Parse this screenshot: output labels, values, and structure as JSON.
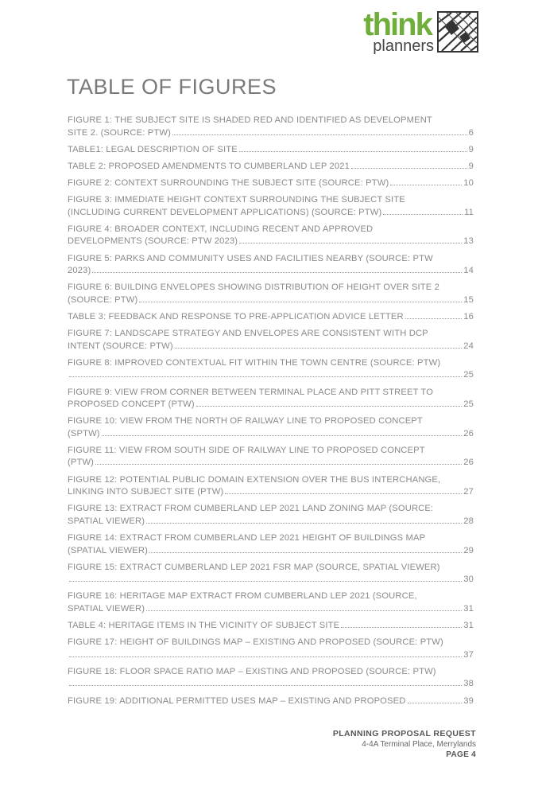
{
  "logo": {
    "word1": "think",
    "word2": "planners",
    "colors": {
      "green": "#6fae3a",
      "dark": "#444444"
    }
  },
  "title": "TABLE OF FIGURES",
  "entries": [
    {
      "lines": [
        "FIGURE 1: THE SUBJECT SITE IS SHADED RED AND IDENTIFIED AS DEVELOPMENT",
        "SITE 2. (SOURCE: PTW)"
      ],
      "page": "6"
    },
    {
      "lines": [
        "TABLE1: LEGAL DESCRIPTION OF SITE"
      ],
      "page": "9"
    },
    {
      "lines": [
        "TABLE 2: PROPOSED AMENDMENTS TO CUMBERLAND LEP 2021"
      ],
      "page": "9"
    },
    {
      "lines": [
        "FIGURE 2: CONTEXT SURROUNDING THE SUBJECT SITE (SOURCE: PTW)"
      ],
      "page": "10"
    },
    {
      "lines": [
        "FIGURE 3: IMMEDIATE HEIGHT CONTEXT SURROUNDING THE SUBJECT SITE",
        "(INCLUDING CURRENT DEVELOPMENT APPLICATIONS) (SOURCE: PTW)"
      ],
      "page": "11"
    },
    {
      "lines": [
        "FIGURE 4: BROADER CONTEXT, INCLUDING RECENT AND APPROVED",
        "DEVELOPMENTS (SOURCE: PTW 2023)"
      ],
      "page": "13"
    },
    {
      "lines": [
        "FIGURE 5: PARKS AND COMMUNITY USES AND FACILITIES NEARBY (SOURCE: PTW",
        "2023)"
      ],
      "page": "14"
    },
    {
      "lines": [
        "FIGURE 6: BUILDING ENVELOPES SHOWING DISTRIBUTION OF HEIGHT OVER SITE 2",
        "(SOURCE: PTW)"
      ],
      "page": "15"
    },
    {
      "lines": [
        "TABLE 3: FEEDBACK AND RESPONSE TO PRE-APPLICATION ADVICE LETTER"
      ],
      "page": "16"
    },
    {
      "lines": [
        "FIGURE 7: LANDSCAPE STRATEGY AND ENVELOPES ARE CONSISTENT WITH DCP",
        "INTENT (SOURCE: PTW)"
      ],
      "page": "24"
    },
    {
      "lines": [
        "FIGURE 8: IMPROVED CONTEXTUAL FIT WITHIN THE TOWN CENTRE (SOURCE: PTW)",
        ""
      ],
      "page": "25"
    },
    {
      "lines": [
        "FIGURE 9: VIEW FROM CORNER BETWEEN TERMINAL PLACE AND PITT STREET TO",
        "PROPOSED CONCEPT (PTW)"
      ],
      "page": "25"
    },
    {
      "lines": [
        "FIGURE 10: VIEW FROM THE NORTH OF RAILWAY LINE TO PROPOSED CONCEPT",
        "(SPTW)"
      ],
      "page": "26"
    },
    {
      "lines": [
        "FIGURE 11: VIEW FROM SOUTH SIDE OF RAILWAY LINE TO PROPOSED CONCEPT",
        "(PTW)"
      ],
      "page": "26"
    },
    {
      "lines": [
        "FIGURE 12: POTENTIAL PUBLIC DOMAIN EXTENSION OVER THE BUS INTERCHANGE,",
        "LINKING INTO SUBJECT SITE (PTW)"
      ],
      "page": "27"
    },
    {
      "lines": [
        "FIGURE 13: EXTRACT FROM CUMBERLAND LEP 2021 LAND ZONING MAP (SOURCE:",
        "SPATIAL VIEWER)"
      ],
      "page": "28"
    },
    {
      "lines": [
        "FIGURE 14: EXTRACT FROM CUMBERLAND LEP 2021 HEIGHT OF BUILDINGS MAP",
        "(SPATIAL VIEWER)"
      ],
      "page": "29"
    },
    {
      "lines": [
        "FIGURE 15: EXTRACT CUMBERLAND LEP 2021 FSR MAP (SOURCE, SPATIAL VIEWER)",
        ""
      ],
      "page": "30"
    },
    {
      "lines": [
        "FIGURE 16: HERITAGE MAP EXTRACT FROM CUMBERLAND LEP 2021 (SOURCE,",
        "SPATIAL VIEWER)"
      ],
      "page": "31"
    },
    {
      "lines": [
        "TABLE 4: HERITAGE ITEMS IN THE VICINITY OF SUBJECT SITE"
      ],
      "page": "31"
    },
    {
      "lines": [
        "FIGURE 17: HEIGHT OF BUILDINGS MAP – EXISTING AND PROPOSED (SOURCE: PTW)",
        ""
      ],
      "page": "37"
    },
    {
      "lines": [
        "FIGURE 18: FLOOR SPACE RATIO MAP – EXISTING AND PROPOSED (SOURCE: PTW)",
        ""
      ],
      "page": "38"
    },
    {
      "lines": [
        "FIGURE 19: ADDITIONAL PERMITTED USES MAP – EXISTING AND PROPOSED"
      ],
      "page": "39"
    }
  ],
  "footer": {
    "doc_title": "PLANNING PROPOSAL REQUEST",
    "address": "4-4A Terminal Place, Merrylands",
    "page_label": "PAGE 4"
  }
}
